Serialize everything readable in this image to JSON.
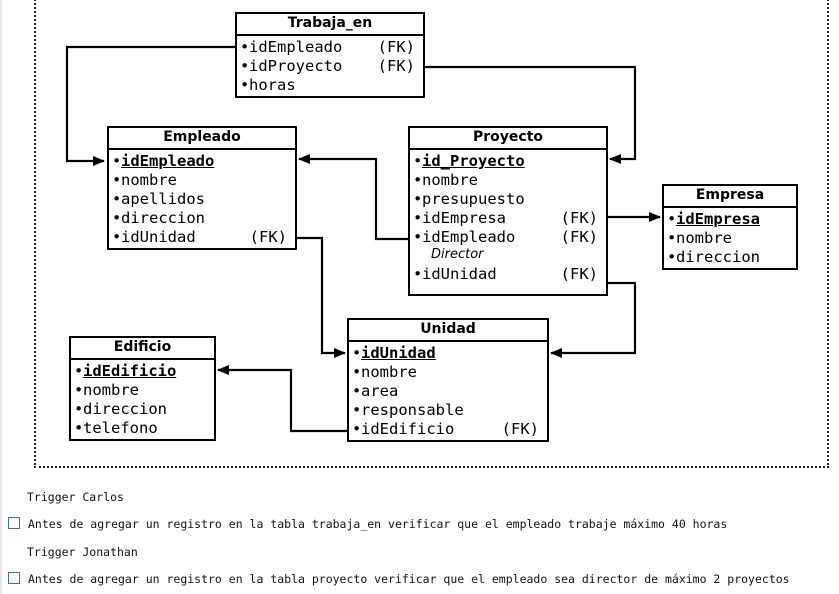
{
  "diagram": {
    "tables": {
      "trabaja_en": {
        "title": "Trabaja_en",
        "rows": [
          {
            "bullet": "•",
            "name": "idEmpleado",
            "fk": "(FK)"
          },
          {
            "bullet": "•",
            "name": "idProyecto",
            "fk": "(FK)"
          },
          {
            "bullet": "•",
            "name": "horas",
            "fk": ""
          }
        ]
      },
      "empleado": {
        "title": "Empleado",
        "rows": [
          {
            "bullet": "•",
            "name": "idEmpleado",
            "fk": ""
          },
          {
            "bullet": "•",
            "name": "nombre",
            "fk": ""
          },
          {
            "bullet": "•",
            "name": "apellidos",
            "fk": ""
          },
          {
            "bullet": "•",
            "name": "direccion",
            "fk": ""
          },
          {
            "bullet": "•",
            "name": "idUnidad",
            "fk": "(FK)"
          }
        ]
      },
      "proyecto": {
        "title": "Proyecto",
        "rows": [
          {
            "bullet": "•",
            "name": "id_Proyecto",
            "fk": ""
          },
          {
            "bullet": "•",
            "name": "nombre",
            "fk": ""
          },
          {
            "bullet": "•",
            "name": "presupuesto",
            "fk": ""
          },
          {
            "bullet": "•",
            "name": "idEmpresa",
            "fk": "(FK)"
          },
          {
            "bullet": "•",
            "name": "idEmpleado",
            "fk": "(FK)"
          },
          {
            "bullet": "•",
            "name": "idUnidad",
            "fk": "(FK)"
          }
        ],
        "note": "Director"
      },
      "empresa": {
        "title": "Empresa",
        "rows": [
          {
            "bullet": "•",
            "name": "idEmpresa",
            "fk": ""
          },
          {
            "bullet": "•",
            "name": "nombre",
            "fk": ""
          },
          {
            "bullet": "•",
            "name": "direccion",
            "fk": ""
          }
        ]
      },
      "unidad": {
        "title": "Unidad",
        "rows": [
          {
            "bullet": "•",
            "name": "idUnidad",
            "fk": ""
          },
          {
            "bullet": "•",
            "name": "nombre",
            "fk": ""
          },
          {
            "bullet": "•",
            "name": "area",
            "fk": ""
          },
          {
            "bullet": "•",
            "name": "responsable",
            "fk": ""
          },
          {
            "bullet": "•",
            "name": "idEdificio",
            "fk": "(FK)"
          }
        ]
      },
      "edificio": {
        "title": "Edificio",
        "rows": [
          {
            "bullet": "•",
            "name": "idEdificio",
            "fk": ""
          },
          {
            "bullet": "•",
            "name": "nombre",
            "fk": ""
          },
          {
            "bullet": "•",
            "name": "direccion",
            "fk": ""
          },
          {
            "bullet": "•",
            "name": "telefono",
            "fk": ""
          }
        ]
      }
    }
  },
  "notes": {
    "trigger_carlos": {
      "title": "Trigger Carlos",
      "item": "Antes de agregar un registro en la tabla trabaja_en verificar que el empleado trabaje máximo 40 horas",
      "checked": false
    },
    "trigger_jonathan": {
      "title": "Trigger Jonathan",
      "item": "Antes de agregar un registro en la tabla proyecto verificar que el empleado sea director de máximo 2 proyectos",
      "checked": false
    }
  }
}
